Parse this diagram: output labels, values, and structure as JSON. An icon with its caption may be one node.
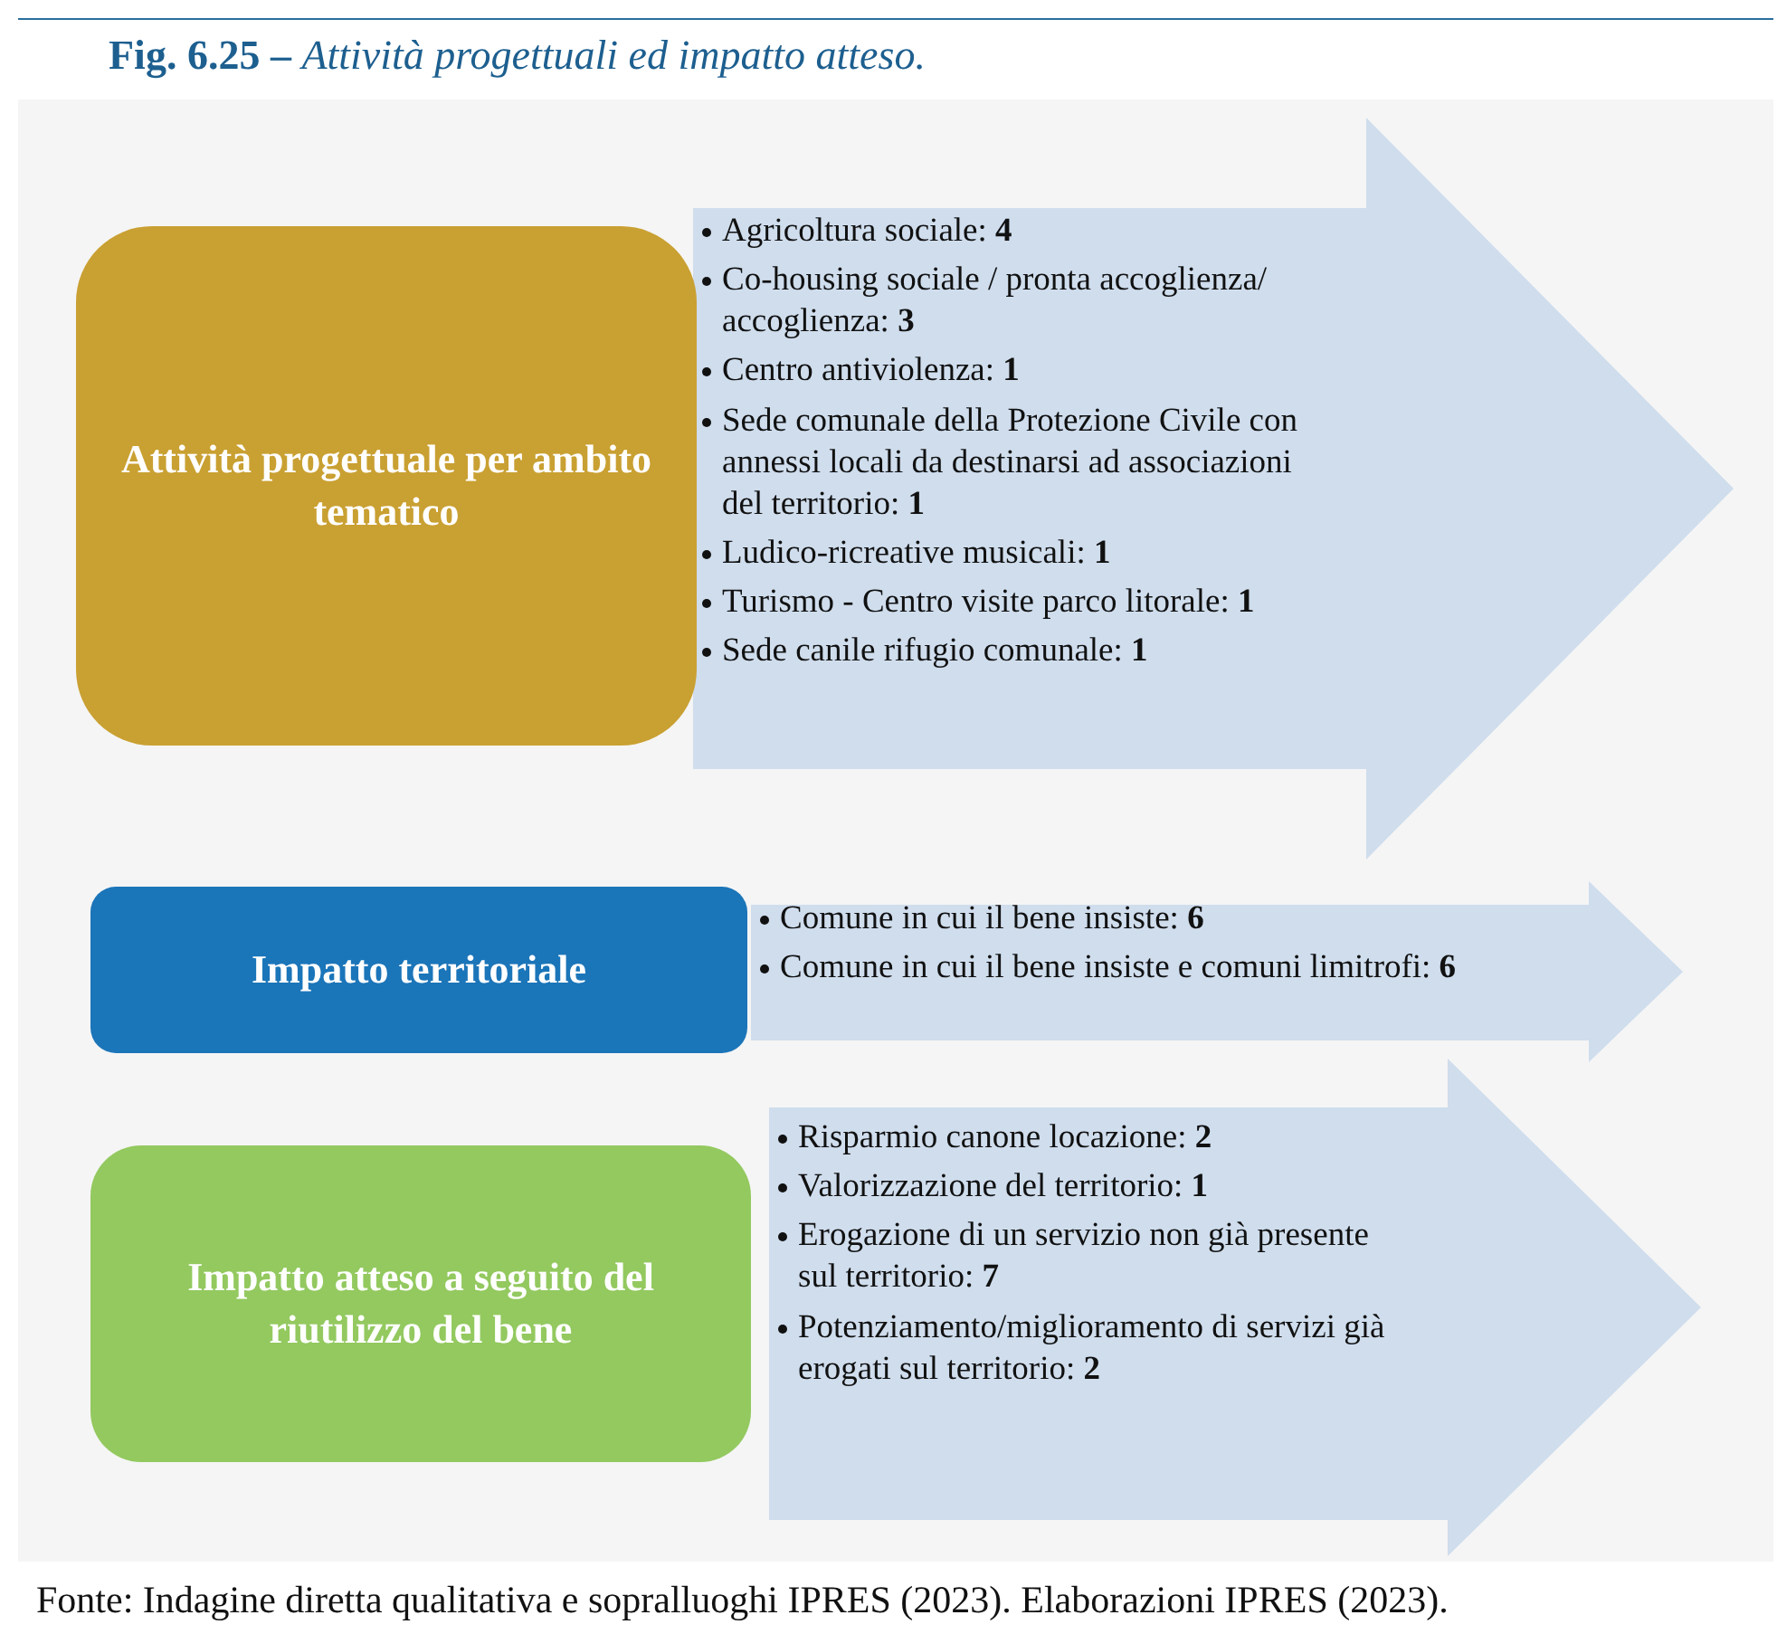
{
  "diagram": {
    "title": "**Fig. 6.25 –** *Attività progettuali ed impatto atteso.*",
    "caption": "Fonte: Indagine diretta qualitativa e sopralluoghi IPRES (2023). Elaborazioni IPRES (2023).",
    "nodes": [
      {
        "text": [
          "Attività progettuale per ambito tematico"
        ]
      },
      {
        "text": [
          "Agricoltura sociale: **4**",
          "Co-housing sociale / pronta accoglienza/ accoglienza: **3**",
          "Centro antiviolenza: **1**",
          "Sede comunale della Protezione Civile con annessi locali da destinarsi ad associazioni del territorio: **1**",
          "Ludico-ricreative musicali: **1**",
          "Turismo - Centro visite parco litorale: **1**",
          "Sede canile rifugio comunale: **1**"
        ]
      },
      {
        "text": [
          "Impatto territoriale"
        ]
      },
      {
        "text": [
          "Comune in cui il bene insiste: **6**",
          "Comune in cui il bene insiste e comuni limitrofi: **6**"
        ]
      },
      {
        "text": [
          "Impatto atteso a seguito del riutilizzo del bene"
        ]
      },
      {
        "text": [
          "Risparmio canone locazione: **2**",
          "Valorizzazione del territorio: **1**",
          "Erogazione di un servizio non già presente sul territorio: **7**",
          "Potenziamento/miglioramento di servizi già erogati sul territorio: **2**"
        ]
      }
    ],
    "edges": []
  }
}
